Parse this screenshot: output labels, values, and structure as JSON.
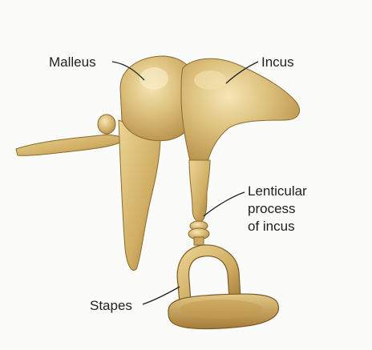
{
  "diagram": {
    "labels": {
      "malleus": "Malleus",
      "incus": "Incus",
      "lenticular_line1": "Lenticular",
      "lenticular_line2": "process",
      "lenticular_line3": "of incus",
      "stapes": "Stapes"
    },
    "colors": {
      "background": "#fbfbfa",
      "bone_fill": "#d7b971",
      "bone_highlight": "#f0dca4",
      "bone_shadow": "#a97e38",
      "outline": "#7b5a25",
      "leader_line": "#222222"
    }
  }
}
